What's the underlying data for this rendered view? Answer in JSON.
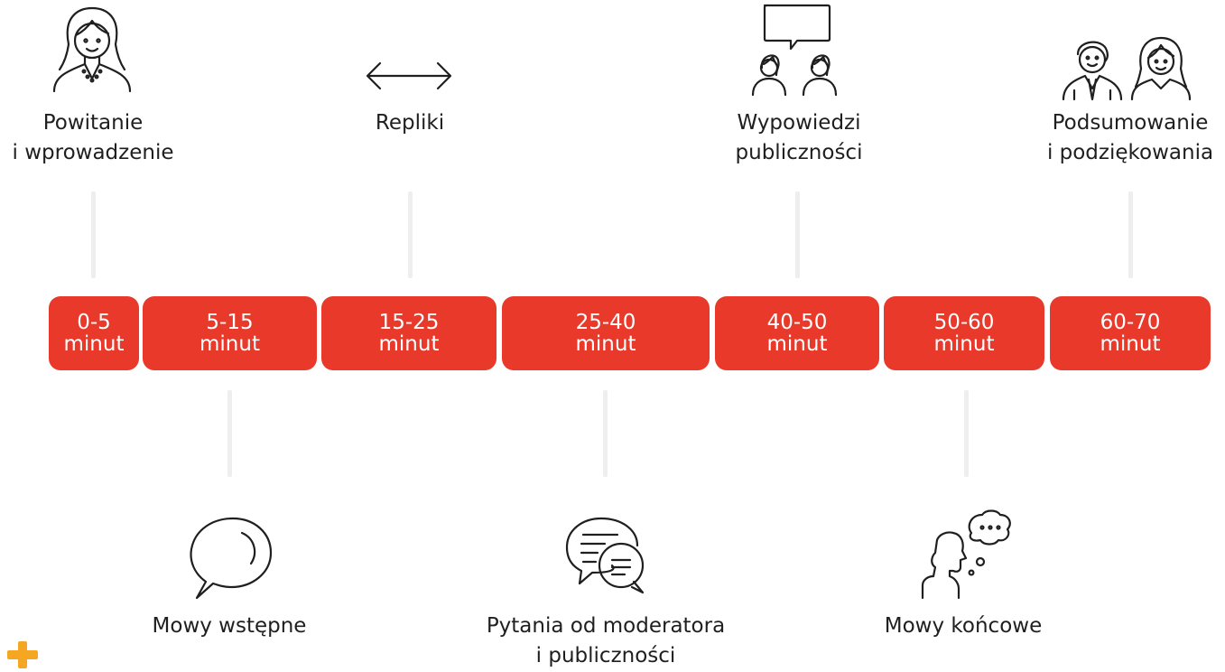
{
  "top_stages": [
    {
      "line1": "Powitanie",
      "line2": "i wprowadzenie",
      "icon": "woman-icon"
    },
    {
      "line1": "Repliki",
      "line2": "",
      "icon": "double-arrow-icon"
    },
    {
      "line1": "Wypowiedzi",
      "line2": "publiczności",
      "icon": "audience-speech-icon"
    },
    {
      "line1": "Podsumowanie",
      "line2": "i podziękowania",
      "icon": "man-and-woman-icon"
    }
  ],
  "bottom_stages": [
    {
      "line1": "Mowy wstępne",
      "line2": "",
      "icon": "speech-bubble-icon"
    },
    {
      "line1": "Pytania od moderatora",
      "line2": "i publiczności",
      "icon": "chat-bubbles-icon"
    },
    {
      "line1": "Mowy końcowe",
      "line2": "",
      "icon": "thinking-person-icon"
    }
  ],
  "timeline": [
    {
      "range": "0-5",
      "unit": "minut"
    },
    {
      "range": "5-15",
      "unit": "minut"
    },
    {
      "range": "15-25",
      "unit": "minut"
    },
    {
      "range": "25-40",
      "unit": "minut"
    },
    {
      "range": "40-50",
      "unit": "minut"
    },
    {
      "range": "50-60",
      "unit": "minut"
    },
    {
      "range": "60-70",
      "unit": "minut"
    }
  ],
  "colors": {
    "segment": "#e8392a",
    "connector": "#eeeeee",
    "accent_plus": "#f5a623",
    "text": "#1f1f1f"
  }
}
